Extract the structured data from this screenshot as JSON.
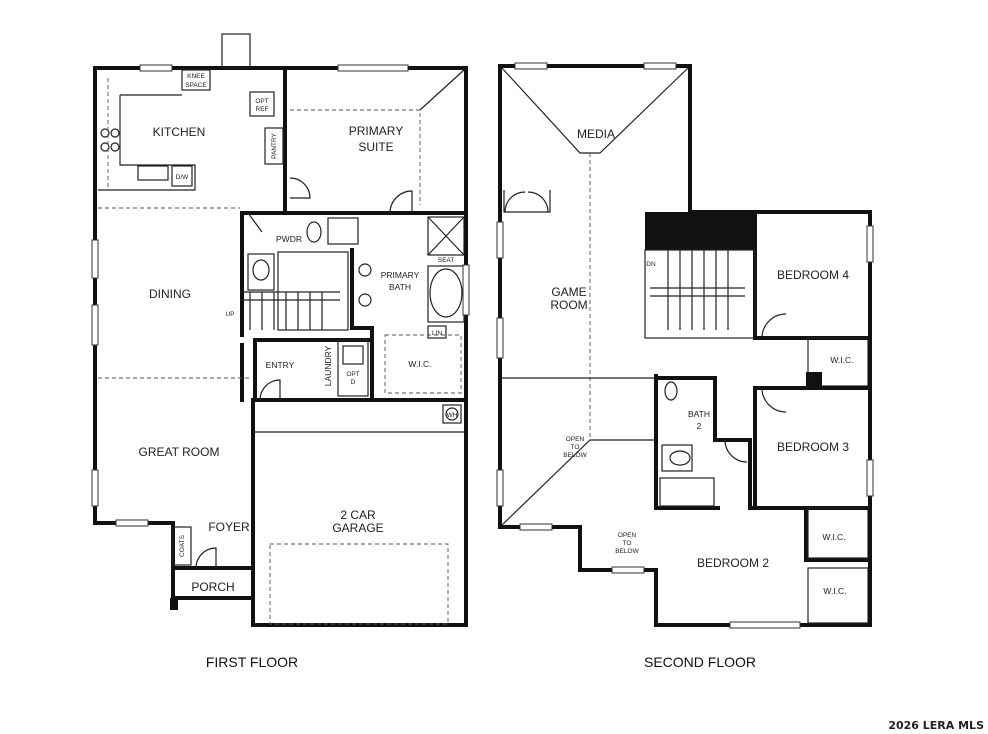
{
  "floors": [
    {
      "title": "FIRST FLOOR",
      "rooms": [
        "KITCHEN",
        "PRIMARY",
        "SUITE",
        "DINING",
        "PRIMARY",
        "BATH",
        "GREAT ROOM",
        "2 CAR",
        "GARAGE",
        "FOYER",
        "PORCH",
        "ENTRY",
        "LAUNDRY",
        "W.I.C.",
        "PWDR"
      ],
      "fixtures": [
        "KNEE",
        "SPACE",
        "OPT",
        "REF",
        "PANTRY",
        "D/W",
        "SEAT",
        "LIN",
        "OPT",
        "D",
        "WH",
        "COATS",
        "UP"
      ]
    },
    {
      "title": "SECOND FLOOR",
      "rooms": [
        "MEDIA",
        "GAME",
        "ROOM",
        "BEDROOM 4",
        "BEDROOM 3",
        "BEDROOM 2",
        "BATH",
        "2",
        "W.I.C.",
        "W.I.C.",
        "W.I.C."
      ],
      "notes": [
        "OPEN",
        "TO",
        "BELOW",
        "OPEN",
        "TO",
        "BELOW",
        "DN"
      ]
    }
  ],
  "watermark": "2026 LERA MLS"
}
